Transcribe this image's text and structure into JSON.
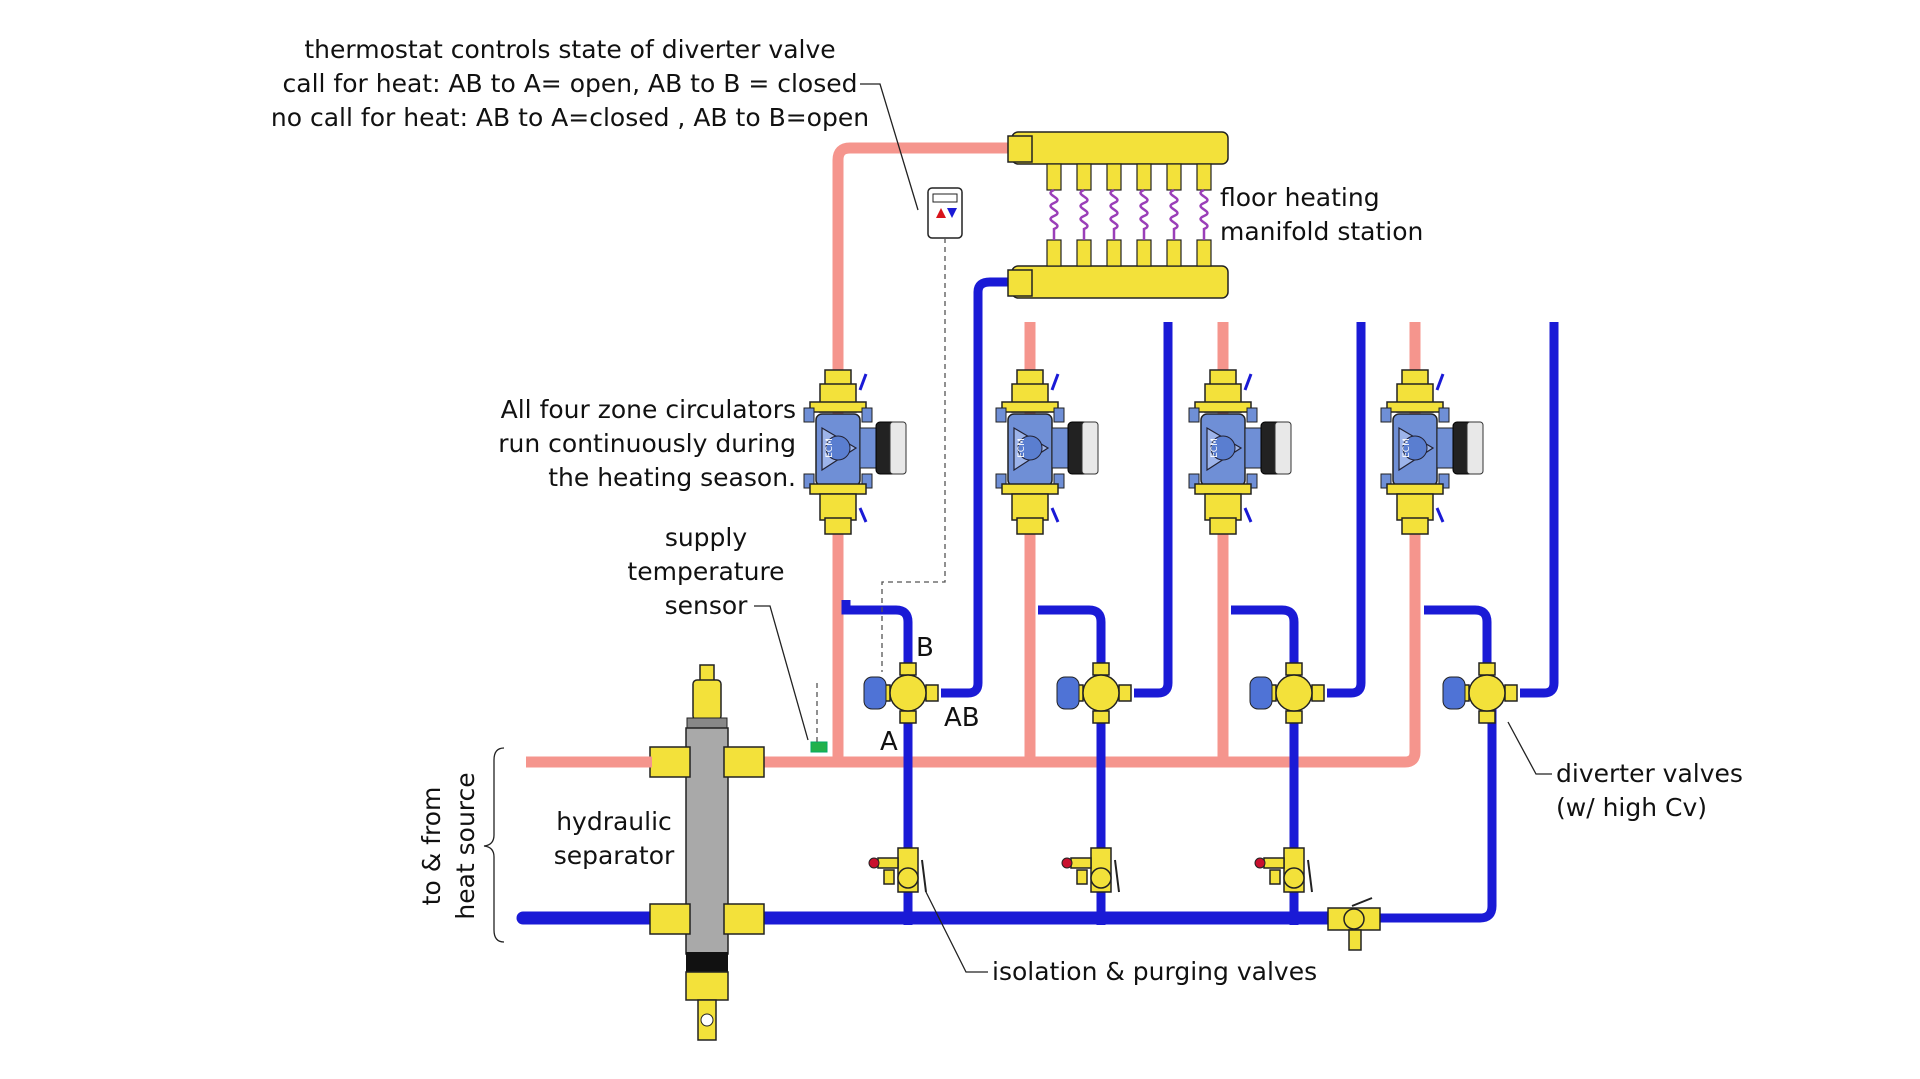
{
  "labels": {
    "thermostat_line1": "thermostat controls state of diverter valve",
    "thermostat_line2": "call for heat: AB to A= open, AB to B = closed",
    "thermostat_line3": "no call for heat:  AB to A=closed , AB to B=open",
    "manifold_line1": "floor heating",
    "manifold_line2": "manifold station",
    "circulators_line1": "All four zone circulators",
    "circulators_line2": "run continuously during",
    "circulators_line3": "the heating season.",
    "sensor_line1": "supply",
    "sensor_line2": "temperature",
    "sensor_line3": "sensor",
    "port_b": "B",
    "port_a": "A",
    "port_ab": "AB",
    "separator_line1": "hydraulic",
    "separator_line2": "separator",
    "source_line1": "to & from",
    "source_line2": "heat source",
    "diverter_line1": "diverter valves",
    "diverter_line2": "(w/ high Cv)",
    "isolation": "isolation & purging valves",
    "circulator_badge": "ECM"
  },
  "colors": {
    "supply_pipe": "#f5958d",
    "return_pipe": "#1a1ad6",
    "brass": "#f3e13a",
    "circulator_body": "#6f8fd6",
    "separator_body": "#a9a9a9",
    "thermostat_arrow_hot": "#d8141b",
    "thermostat_arrow_cold": "#1a1ad6",
    "sensor": "#22b14c"
  },
  "icons": {
    "thermostat": "thermostat-icon",
    "circulator": "circulator-pump-icon",
    "diverter": "diverter-valve-icon",
    "purge_valve": "purge-valve-icon",
    "separator": "hydraulic-separator-icon",
    "manifold": "manifold-icon"
  }
}
